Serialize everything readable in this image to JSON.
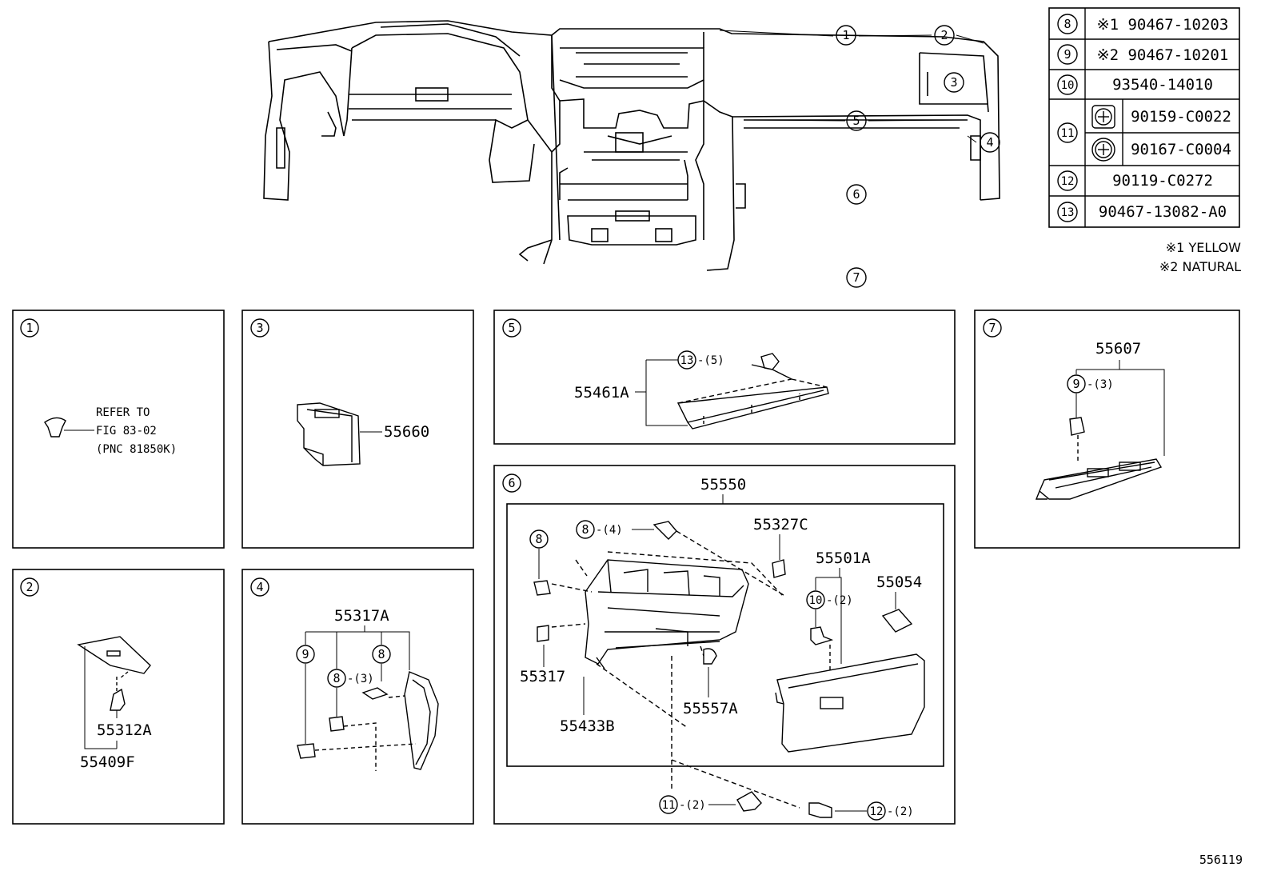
{
  "callouts": {
    "c1": "1",
    "c2": "2",
    "c3": "3",
    "c4": "4",
    "c5": "5",
    "c6": "6",
    "c7": "7",
    "c8": "8",
    "c9": "9",
    "c10": "10",
    "c11": "11",
    "c12": "12",
    "c13": "13"
  },
  "legend": {
    "rows": [
      {
        "num": "8",
        "part": "※1 90467-10203"
      },
      {
        "num": "9",
        "part": "※2 90467-10201"
      },
      {
        "num": "10",
        "part": "93540-14010"
      },
      {
        "num": "11",
        "part_a": "90159-C0022",
        "part_b": "90167-C0004"
      },
      {
        "num": "12",
        "part": "90119-C0272"
      },
      {
        "num": "13",
        "part": "90467-13082-A0"
      }
    ],
    "notes": [
      "※1 YELLOW",
      "※2 NATURAL"
    ]
  },
  "panels": {
    "p1": {
      "num": "1",
      "text_lines": [
        "REFER TO",
        "FIG 83-02",
        "(PNC 81850K)"
      ]
    },
    "p2": {
      "num": "2",
      "parts": [
        "55312A",
        "55409F"
      ]
    },
    "p3": {
      "num": "3",
      "parts": [
        "55660"
      ]
    },
    "p4": {
      "num": "4",
      "parts": [
        "55317A"
      ],
      "qty": "-(3)"
    },
    "p5": {
      "num": "5",
      "parts": [
        "55461A"
      ],
      "qty": "-(5)"
    },
    "p6": {
      "num": "6",
      "parts": [
        "55550",
        "55327C",
        "55501A",
        "55054",
        "55317",
        "55433B",
        "55557A"
      ],
      "qty_8": "-(4)",
      "qty_10": "-(2)",
      "qty_11": "-(2)",
      "qty_12": "-(2)"
    },
    "p7": {
      "num": "7",
      "parts": [
        "55607"
      ],
      "qty": "-(3)"
    }
  },
  "figure_id": "556119"
}
